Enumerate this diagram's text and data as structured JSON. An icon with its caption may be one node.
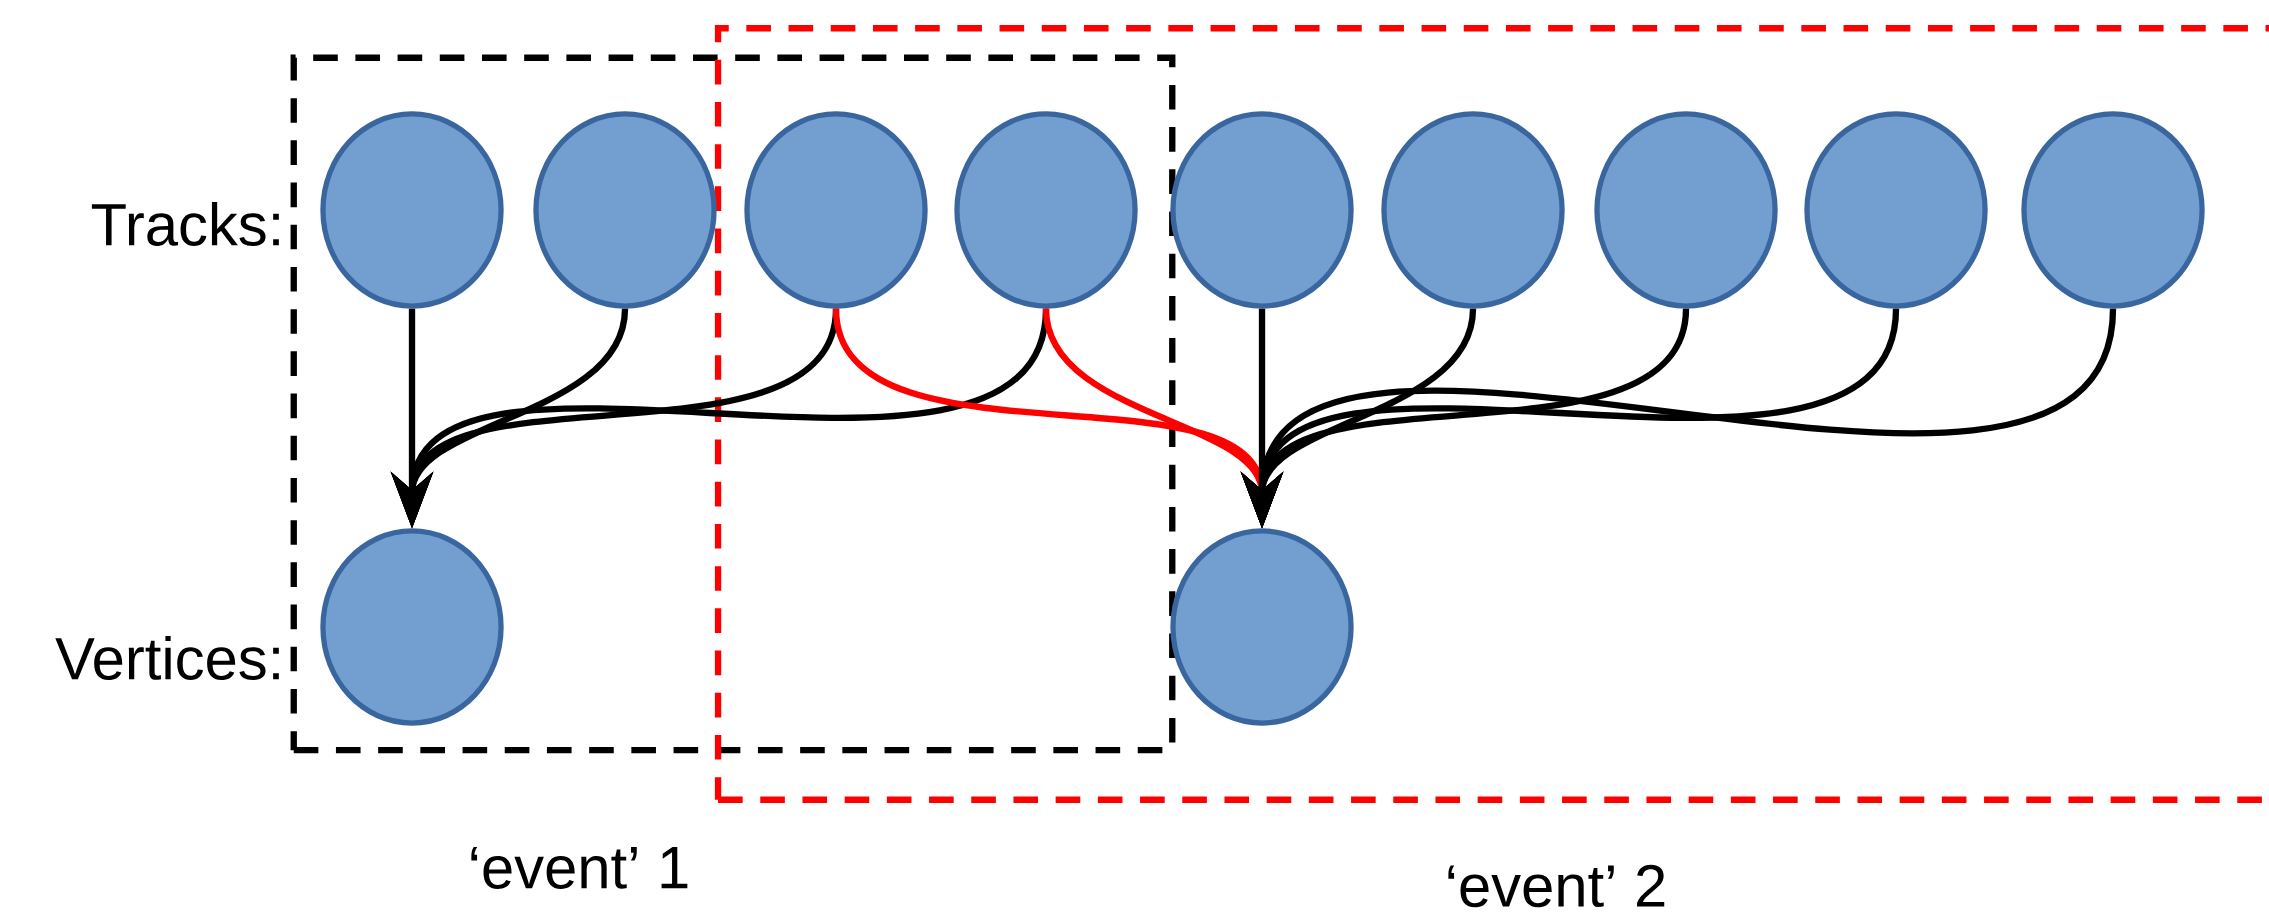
{
  "diagram": {
    "nodes": [
      {
        "text": [
          "‘event’ 1"
        ]
      },
      {
        "text": [
          "‘event’ 2"
        ]
      },
      {
        "text": [],
        "shape": "circle",
        "in": 0
      },
      {
        "text": [],
        "shape": "circle",
        "in": 0
      },
      {
        "text": [],
        "shape": "circle"
      },
      {
        "text": [],
        "shape": "circle"
      },
      {
        "text": [],
        "shape": "circle",
        "in": 1
      },
      {
        "text": [],
        "shape": "circle",
        "in": 1
      },
      {
        "text": [],
        "shape": "circle",
        "in": 1
      },
      {
        "text": [],
        "shape": "circle",
        "in": 1
      },
      {
        "text": [],
        "shape": "circle",
        "in": 1
      },
      {
        "text": [],
        "shape": "circle",
        "in": 0
      },
      {
        "text": [],
        "shape": "circle",
        "in": 1
      }
    ],
    "edges": [
      {
        "from": 2,
        "to": 11,
        "arrow": "to"
      },
      {
        "from": 3,
        "to": 11,
        "arrow": "to"
      },
      {
        "from": 4,
        "to": 11,
        "arrow": "to"
      },
      {
        "from": 5,
        "to": 11,
        "arrow": "to"
      },
      {
        "from": 4,
        "to": 12,
        "arrow": "to",
        "color": "#ff0000"
      },
      {
        "from": 5,
        "to": 12,
        "arrow": "to",
        "color": "#ff0000"
      },
      {
        "from": 6,
        "to": 12,
        "arrow": "to"
      },
      {
        "from": 7,
        "to": 12,
        "arrow": "to"
      },
      {
        "from": 8,
        "to": 12,
        "arrow": "to"
      },
      {
        "from": 9,
        "to": 12,
        "arrow": "to"
      },
      {
        "from": 10,
        "to": 12,
        "arrow": "to"
      }
    ],
    "labels": [
      "Tracks:",
      "Vertices:"
    ]
  }
}
